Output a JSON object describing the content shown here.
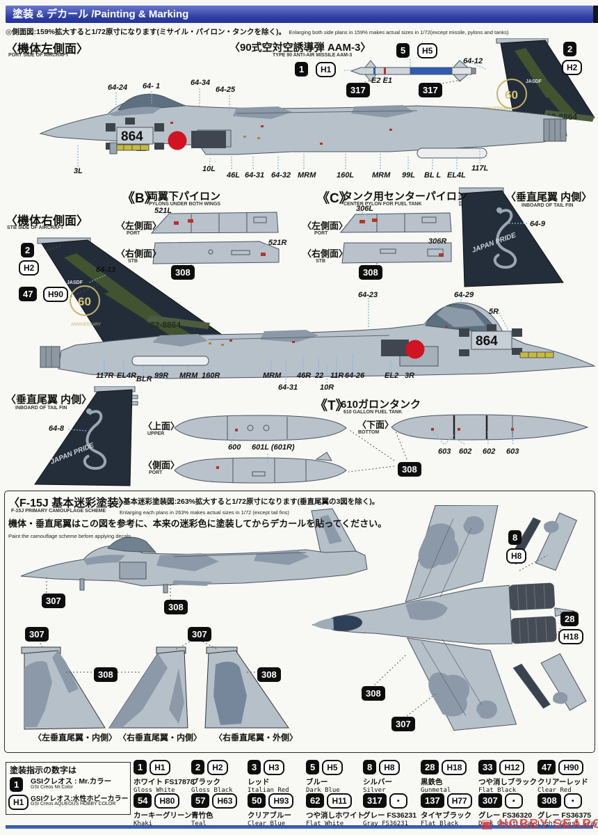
{
  "palette": {
    "header_top": "#6a78cc",
    "header_bottom": "#24339a",
    "airframe_gray": "#b7c1ca",
    "camo_gray": "#8b99a8",
    "tail_navy": "#232d3a",
    "tail_green": "#41542f",
    "roundel_red": "#d11322",
    "leader_blue": "#7ab4dd",
    "missile_blue": "#2f5cb5",
    "rule_blue": "#2a4fa8",
    "watermark_red": "#dc3737"
  },
  "header": {
    "title": "塗装 & デカール /Painting & Marking"
  },
  "note": {
    "jp": "◎側面図:159%拡大すると1/72原寸になります(ミサイル・パイロン・タンクを除く)。",
    "en": "Enlarging both side plans in 159% makes actual sizes in 1/72(except missile, pylons and tanks)"
  },
  "tailart": {
    "jasdf": "JASDF",
    "sixty": "60",
    "anniversary": "ANNIVERSARY",
    "pride": "JAPAN PRIDE"
  },
  "port": {
    "title": "〈機体左側面〉",
    "subtitle": "PORT SIDE OF AIRCRAFT",
    "top": [
      "64-24",
      "64- 1",
      "64-34",
      "64-25"
    ],
    "bottom": [
      "3L",
      "10L",
      "46L",
      "64-31",
      "64-32",
      "MRM",
      "160L",
      "MRM",
      "99L",
      "BL L",
      "EL4L",
      "117L"
    ],
    "nose_number": "864",
    "serial": "62-8864",
    "tail_callout": "64-12",
    "b2": "2",
    "h2": "H2"
  },
  "missile": {
    "title": "〈90式空対空誘導弾 AAM-3〉",
    "subtitle": "TYPE 90 ANTI-AIR MISSILE AAM-3",
    "b1": "1",
    "h1": "H1",
    "b5": "5",
    "h5": "H5",
    "marks": "E2 E1",
    "decal_a": "317",
    "decal_b": "317"
  },
  "pylon_b": {
    "mark": "《B》",
    "title": "両翼下パイロン",
    "subtitle": "PYLONS UNDER BOTH WINGS",
    "port": "〈左側面〉",
    "port_en": "PORT",
    "stb": "〈右側面〉",
    "stb_en": "STB",
    "decal_port": "521L",
    "decal_stb": "521R",
    "paint": "308"
  },
  "pylon_c": {
    "mark": "《C》",
    "title": "タンク用センターパイロン",
    "subtitle": "CENTER PYLON FOR FUEL TANK",
    "port": "〈左側面〉",
    "port_en": "PORT",
    "stb": "〈右側面〉",
    "stb_en": "STB",
    "decal_port": "306L",
    "decal_stb": "306R",
    "paint": "308"
  },
  "fin_right": {
    "title": "〈垂直尾翼 内側〉",
    "subtitle": "INBOARD OF TAIL FIN",
    "callout": "64-9"
  },
  "fin_left": {
    "title": "〈垂直尾翼 内側〉",
    "subtitle": "INBOARD OF TAIL FIN",
    "callout": "64-8"
  },
  "stb": {
    "title": "〈機体右側面〉",
    "subtitle": "STB SIDE OF AIRCRAFT",
    "b2": "2",
    "h2": "H2",
    "b47": "47",
    "h90": "H90",
    "tail_callout": "64-13",
    "top": [
      "64-23",
      "64-29",
      "5R"
    ],
    "bottom": [
      "117R",
      "EL4R",
      "BLR",
      "99R",
      "MRM",
      "160R",
      "MRM",
      "46R",
      "22",
      "11R",
      "64-26",
      "EL2",
      "3R"
    ],
    "bottom2": [
      "64-31",
      "10R"
    ],
    "nose_number": "864",
    "serial": "62-8864"
  },
  "tank": {
    "mark": "《T》",
    "title": "610ガロンタンク",
    "subtitle": "610 GALLON FUEL TANK",
    "upper": "〈上面〉",
    "upper_en": "UPPER",
    "port": "〈側面〉",
    "port_en": "PORT",
    "bottom": "〈下面〉",
    "bottom_en": "BOTTOM",
    "c600": "600",
    "c601": "601L (601R)",
    "bottom_callouts": [
      "603",
      "602",
      "602",
      "603"
    ],
    "paint": "308"
  },
  "camo": {
    "title": "〈F-15J 基本迷彩塗装〉",
    "subtitle": "F-15J PRIMARY CAMOUFLAGE SCHEME",
    "note_jp": "◎基本迷彩塗装図:263%拡大すると1/72原寸になります(垂直尾翼の3図を除く)。",
    "note_en": "Enlarging each plans in 263% makes actual sizes in 1/72 (except tail fins)",
    "note2_jp": "機体・垂直尾翼はこの図を参考に、本来の迷彩色に塗装してからデカールを貼ってください。",
    "note2_en": "Paint the camouflage scheme before applying decals.",
    "side_307": "307",
    "side_308": "308",
    "fin307_a": "307",
    "fin307_b": "307",
    "fin308_a": "308",
    "fin308_b": "308",
    "plan_8": "8",
    "plan_h8": "H8",
    "plan_28": "28",
    "plan_h18": "H18",
    "plan_308": "308",
    "plan_307": "307",
    "captions": [
      "〈左垂直尾翼・内側〉",
      "〈右垂直尾翼・内側〉",
      "〈右垂直尾翼・外側〉"
    ]
  },
  "legend": {
    "title": "塗装指示の数字は",
    "num_badge": "1",
    "num_jp": "GSIクレオス : Mr.カラー",
    "num_en": "GSI Creos Mr.Color",
    "code_badge": "H1",
    "code_jp": "GSIクレオス:水性ホビーカラー",
    "code_en": "GSI Creos AQUEOUS HOBBY COLOR"
  },
  "colors": [
    {
      "num": "1",
      "code": "H1",
      "jp": "ホワイト FS17878",
      "en": "Gloss White"
    },
    {
      "num": "2",
      "code": "H2",
      "jp": "ブラック",
      "en": "Gloss Black"
    },
    {
      "num": "3",
      "code": "H3",
      "jp": "レッド",
      "en": "Italian Red"
    },
    {
      "num": "5",
      "code": "H5",
      "jp": "ブルー",
      "en": "Dark Blue"
    },
    {
      "num": "8",
      "code": "H8",
      "jp": "シルバー",
      "en": "Silver"
    },
    {
      "num": "28",
      "code": "H18",
      "jp": "黒鉄色",
      "en": "Gunmetal"
    },
    {
      "num": "33",
      "code": "H12",
      "jp": "つや消しブラック",
      "en": "Flat Black"
    },
    {
      "num": "47",
      "code": "H90",
      "jp": "クリアーレッド",
      "en": "Clear Red"
    },
    {
      "num": "54",
      "code": "H80",
      "jp": "カーキーグリーン",
      "en": "Khaki"
    },
    {
      "num": "57",
      "code": "H63",
      "jp": "青竹色",
      "en": "Teal"
    },
    {
      "num": "50",
      "code": "H93",
      "jp": "クリアブルー",
      "en": "Clear Blue"
    },
    {
      "num": "62",
      "code": "H11",
      "jp": "つや消しホワイト",
      "en": "Flat White"
    },
    {
      "num": "317",
      "code": "・",
      "jp": "グレー FS36231",
      "en": "Gray FS36231"
    },
    {
      "num": "137",
      "code": "H77",
      "jp": "タイヤブラック",
      "en": "Flat Black"
    },
    {
      "num": "307",
      "code": "・",
      "jp": "グレー FS36320",
      "en": "Dark Ghost Gray"
    },
    {
      "num": "308",
      "code": "・",
      "jp": "グレー FS36375",
      "en": "Light Ghost Gray"
    }
  ],
  "watermark": {
    "icon": "▣",
    "text": "HOBBY SEARCH"
  }
}
